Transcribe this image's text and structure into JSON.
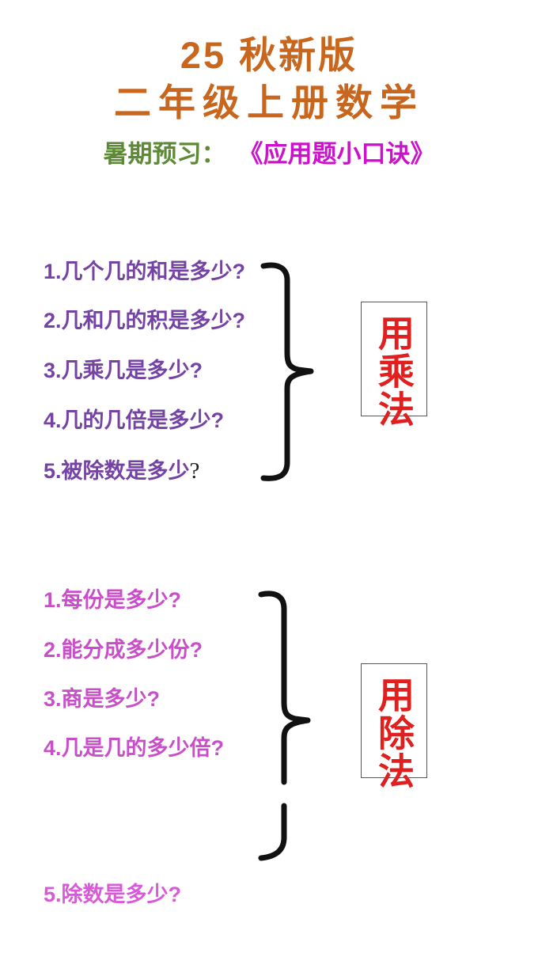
{
  "header": {
    "title_line1": "25 秋新版",
    "title_line2": "二年级上册数学",
    "subtitle_label": "暑期预习：",
    "subtitle_title": "《应用题小口诀》"
  },
  "multiplication_group": {
    "questions": [
      "1.几个几的和是多少?",
      "2.几和几的积是多少?",
      "3.几乘几是多少?",
      "4.几的几倍是多少?",
      "5.被除数是多少"
    ],
    "q5_mark": "?",
    "label": "用乘法"
  },
  "division_group": {
    "questions": [
      "1.每份是多少?",
      "2.能分成多少份?",
      "3.商是多少?",
      "4.几是几的多少倍?"
    ],
    "question5": "5.除数是多少?",
    "label": "用除法"
  },
  "colors": {
    "title_orange": "#C8661E",
    "subtitle_green": "#5E8A38",
    "subtitle_magenta": "#CC11CC",
    "multiplication_purple": "#7443A4",
    "division_pink": "#C94FC9",
    "division_pink_light": "#D75AD7",
    "label_red": "#E01F1F",
    "brace_black": "#111111",
    "box_border_gray": "#555555"
  }
}
